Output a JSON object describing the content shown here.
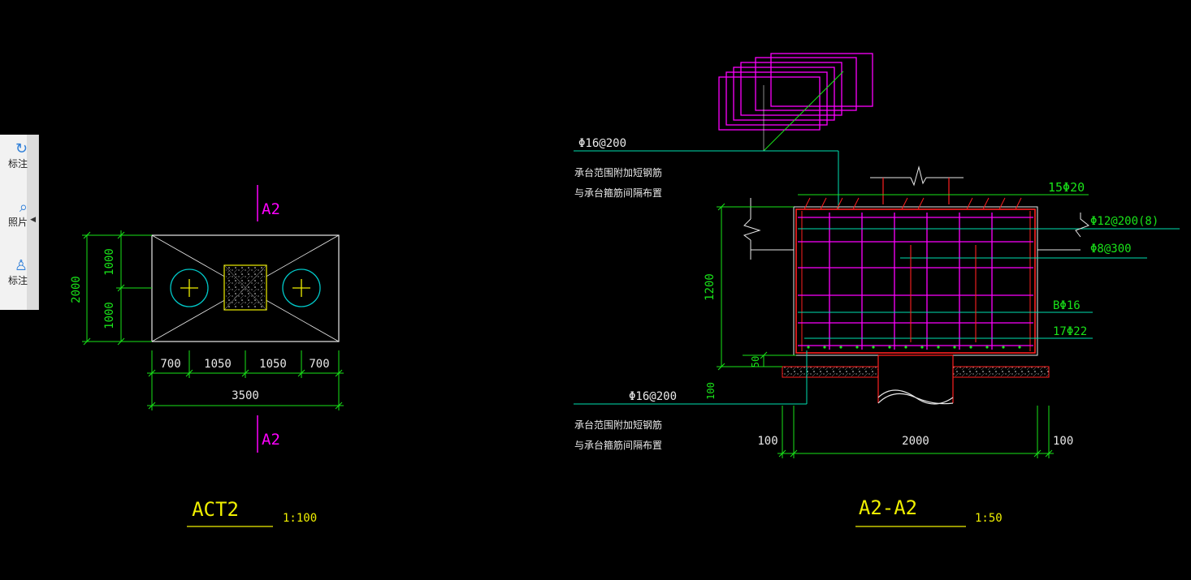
{
  "palette": {
    "items": [
      {
        "icon": "rotate-icon",
        "glyph": "↻",
        "label": "标注"
      },
      {
        "icon": "photo-search-icon",
        "glyph": "⌕",
        "label": "照片"
      },
      {
        "icon": "person-tag-icon",
        "glyph": "♙",
        "label": "标注"
      }
    ],
    "collapse_glyph": "◀"
  },
  "plan": {
    "section_mark_top": "A2",
    "section_mark_bottom": "A2",
    "dim_total_height": "2000",
    "dim_upper": "1000",
    "dim_lower": "1000",
    "dim_bottom": [
      "700",
      "1050",
      "1050",
      "700"
    ],
    "dim_total_width": "3500",
    "title": "ACT2",
    "scale": "1:100"
  },
  "section": {
    "top_bar_label": "Φ16@200",
    "top_note_line1": "承台范围附加短钢筋",
    "top_note_line2": "与承台箍筋间隔布置",
    "label_top_rebar": "15Φ20",
    "label_stirrup_1": "Φ12@200(8)",
    "label_stirrup_2": "Φ8@300",
    "label_side": "BΦ16",
    "label_bottom_rebar": "17Φ22",
    "dim_height": "1200",
    "dim_cover": "50",
    "dim_pad": "100",
    "bottom_bar_label": "Φ16@200",
    "bottom_note_line1": "承台范围附加短钢筋",
    "bottom_note_line2": "与承台箍筋间隔布置",
    "dim_left": "100",
    "dim_width": "2000",
    "dim_right": "100",
    "title": "A2-A2",
    "scale": "1:50"
  },
  "colors": {
    "white": "#e8e8e8",
    "green": "#19e319",
    "cyan": "#00c8c8",
    "yellow": "#f0f000",
    "magenta": "#ff00ff",
    "red": "#ff2020",
    "teal": "#00e0b0"
  }
}
